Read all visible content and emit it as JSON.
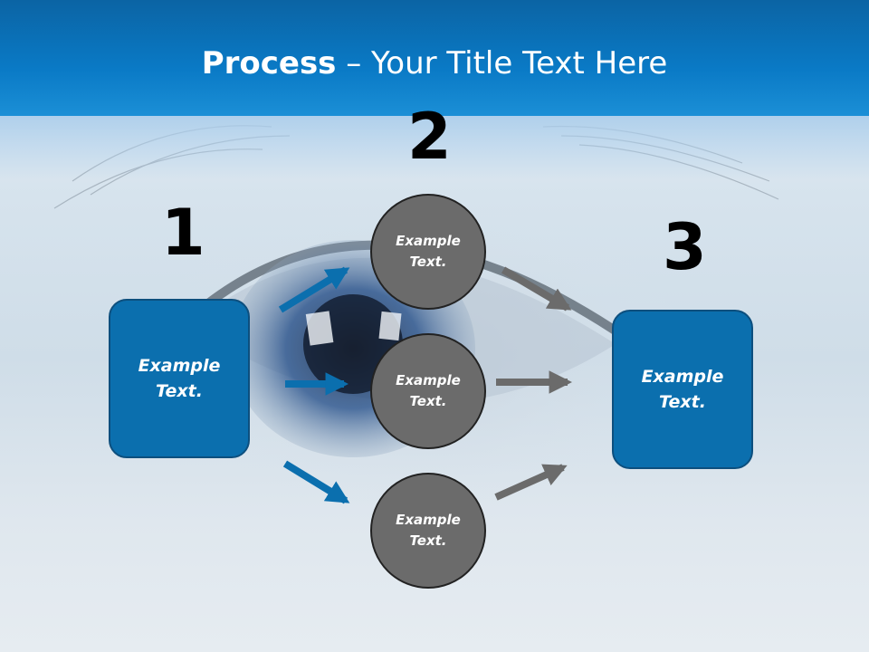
{
  "title": {
    "bold": "Process",
    "rest": " – Your Title Text Here"
  },
  "steps": {
    "one": "1",
    "two": "2",
    "three": "3"
  },
  "left_box": {
    "line1": "Example",
    "line2": "Text."
  },
  "right_box": {
    "line1": "Example",
    "line2": "Text."
  },
  "circles": [
    {
      "line1": "Example",
      "line2": "Text."
    },
    {
      "line1": "Example",
      "line2": "Text."
    },
    {
      "line1": "Example",
      "line2": "Text."
    }
  ],
  "colors": {
    "blue": "#0b6fae",
    "gray": "#6b6b6b",
    "title_bar": "#0a7ac6"
  }
}
